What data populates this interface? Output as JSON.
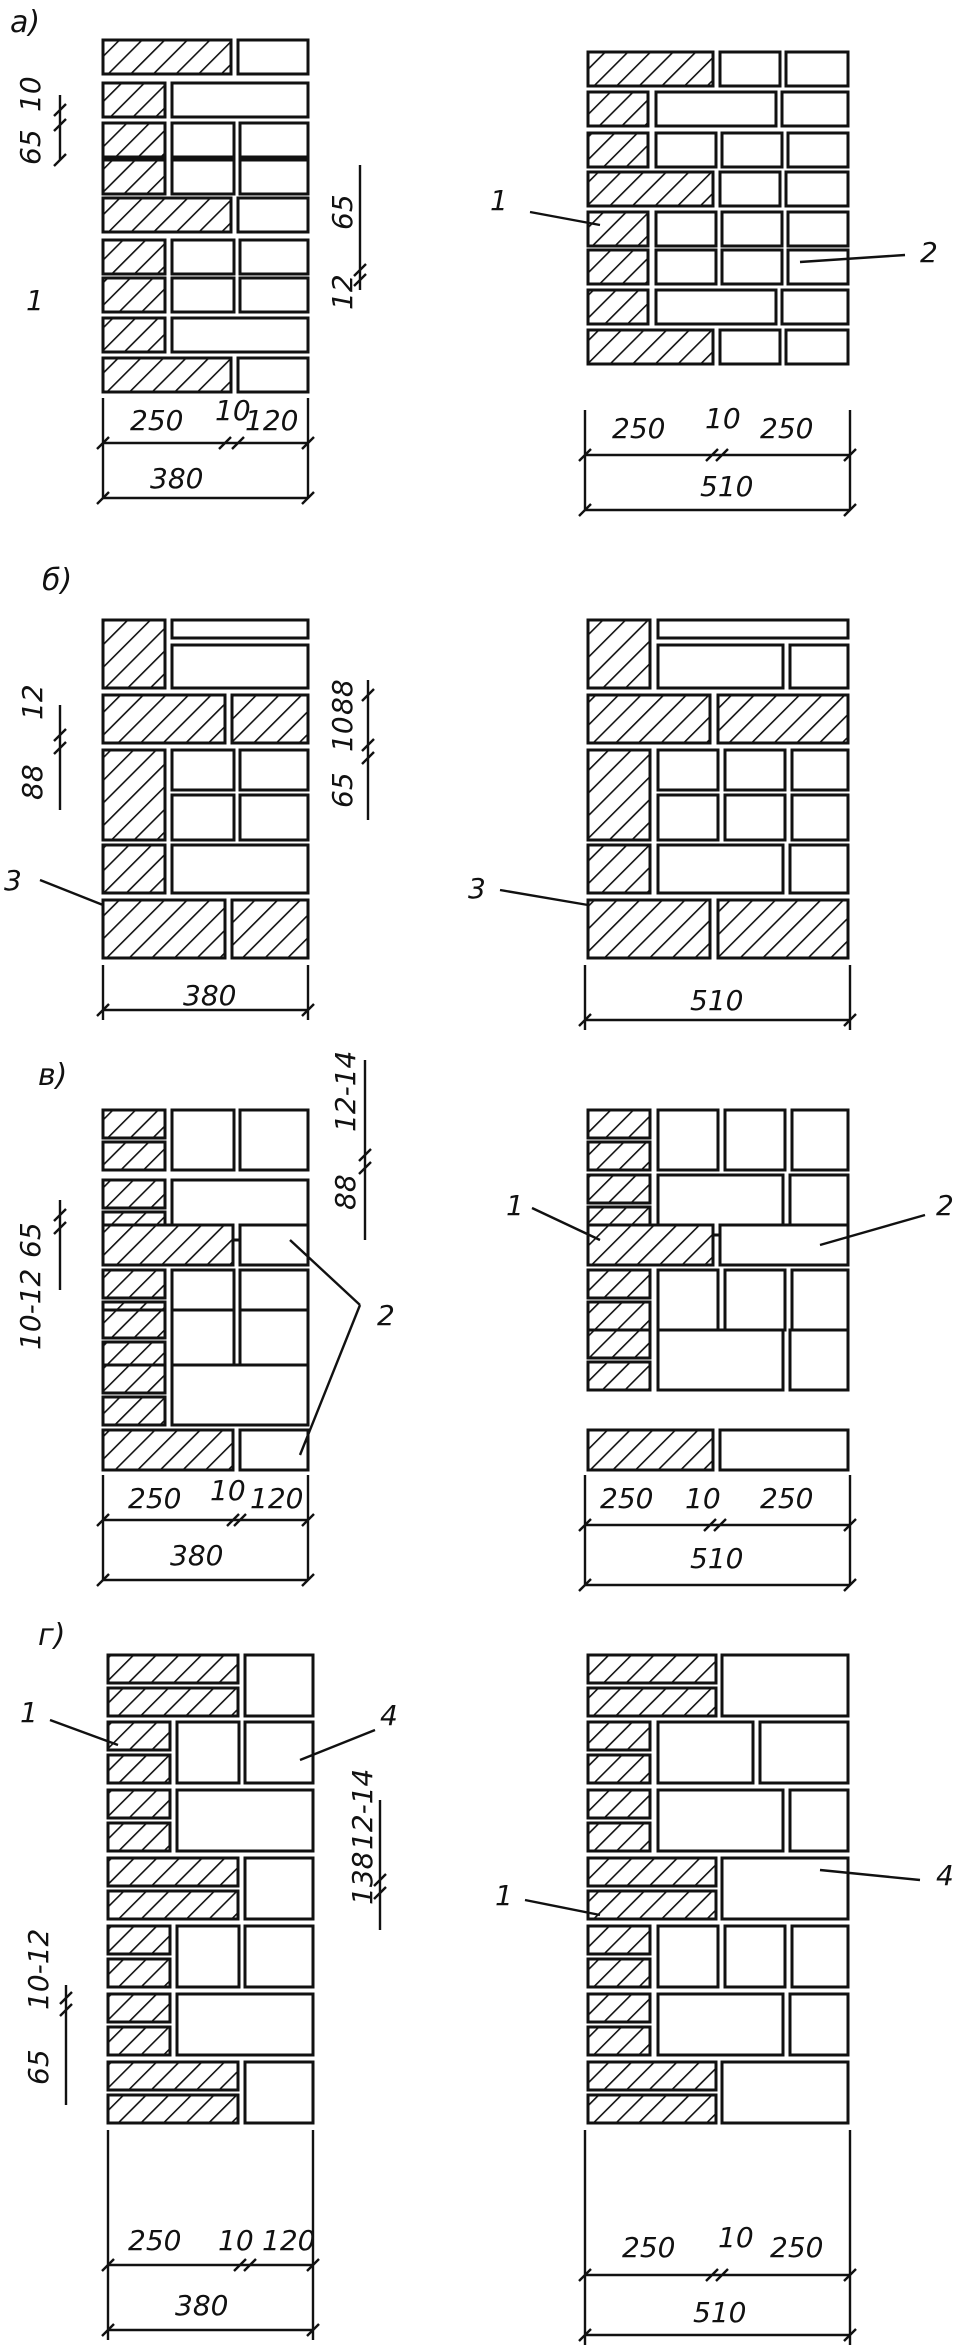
{
  "sections": {
    "a": "а)",
    "b": "б)",
    "v": "в)",
    "g": "г)"
  },
  "dims": {
    "a1_top": "65",
    "a1_joint": "10",
    "a1_w1": "250",
    "a1_gap": "10",
    "a1_w2": "120",
    "a1_total": "380",
    "a_mid_h": "65",
    "a_mid_j": "12",
    "a2_w1": "250",
    "a2_gap": "10",
    "a2_w2": "250",
    "a2_total": "510",
    "b1_h": "88",
    "b1_j": "12",
    "b1_total": "380",
    "b_mid_h1": "65",
    "b_mid_j": "10",
    "b_mid_h2": "88",
    "b2_total": "510",
    "v1_h": "65",
    "v1_j": "10-12",
    "v1_w1": "250",
    "v1_gap": "10",
    "v1_w2": "120",
    "v1_total": "380",
    "v_mid_h": "88",
    "v_mid_j": "12-14",
    "v2_w1": "250",
    "v2_gap": "10",
    "v2_w2": "250",
    "v2_total": "510",
    "g1_h": "65",
    "g1_j": "10-12",
    "g1_w1": "250",
    "g1_gap": "10",
    "g1_w2": "120",
    "g1_total": "380",
    "g_mid_h": "138",
    "g_mid_j": "12-14",
    "g2_w1": "250",
    "g2_gap": "10",
    "g2_w2": "250",
    "g2_total": "510"
  },
  "callouts": {
    "n1": "1",
    "n2": "2",
    "n3": "3",
    "n4": "4"
  }
}
